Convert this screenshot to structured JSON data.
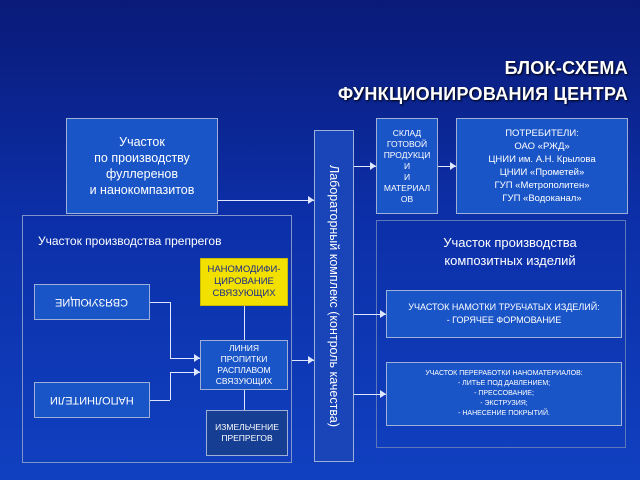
{
  "title": {
    "line1": "БЛОК-СХЕМА",
    "line2": "ФУНКЦИОНИРОВАНИЯ ЦЕНТРА"
  },
  "boxes": {
    "fullerenes": "Участок\nпо производству\nфуллеренов\nи нанокомпазитов",
    "lab": "Лабораторный комплекс (контроль качества)",
    "warehouse": "СКЛАД\nГОТОВОЙ\nПРОДУКЦИ\nИ\nИ\nМАТЕРИАЛ\nОВ",
    "consumers": "ПОТРЕБИТЕЛИ:\nОАО «РЖД»\nЦНИИ им. А.Н. Крылова\nЦНИИ «Прометей»\nГУП «Метрополитен»\nГУП «Водоканал»",
    "nanomod": "НАНОМОДИФИ-\nЦИРОВАНИЕ\nСВЯЗУЮЩИХ",
    "binders": "СВЯЗУЮЩИЕ",
    "fillers": "НАПОЛНИТЕЛИ",
    "impregnation": "ЛИНИЯ\nПРОПИТКИ\nРАСПЛАВОМ\nСВЯЗУЮЩИХ",
    "grinding": "ИЗМЕЛЬЧЕНИЕ\nПРЕПРЕГОВ",
    "winding": "УЧАСТОК НАМОТКИ ТРУБЧАТЫХ ИЗДЕЛИЙ:\n- ГОРЯЧЕЕ ФОРМОВАНИЕ",
    "processing": "УЧАСТОК ПЕРЕРАБОТКИ НАНОМАТЕРИАЛОВ:\n- ЛИТЬЕ ПОД ДАВЛЕНИЕМ;\n- ПРЕССОВАНИЕ;\n- ЭКСТРУЗИЯ;\n- НАНЕСЕНИЕ ПОКРЫТИЙ."
  },
  "regions": {
    "prepreg": "Участок производства препрегов",
    "composite": "Участок производства\nкомпозитных изделий"
  },
  "colors": {
    "box_blue": "#1a55c8",
    "highlight_yellow": "#f2e000",
    "dark_box": "#163e92"
  }
}
